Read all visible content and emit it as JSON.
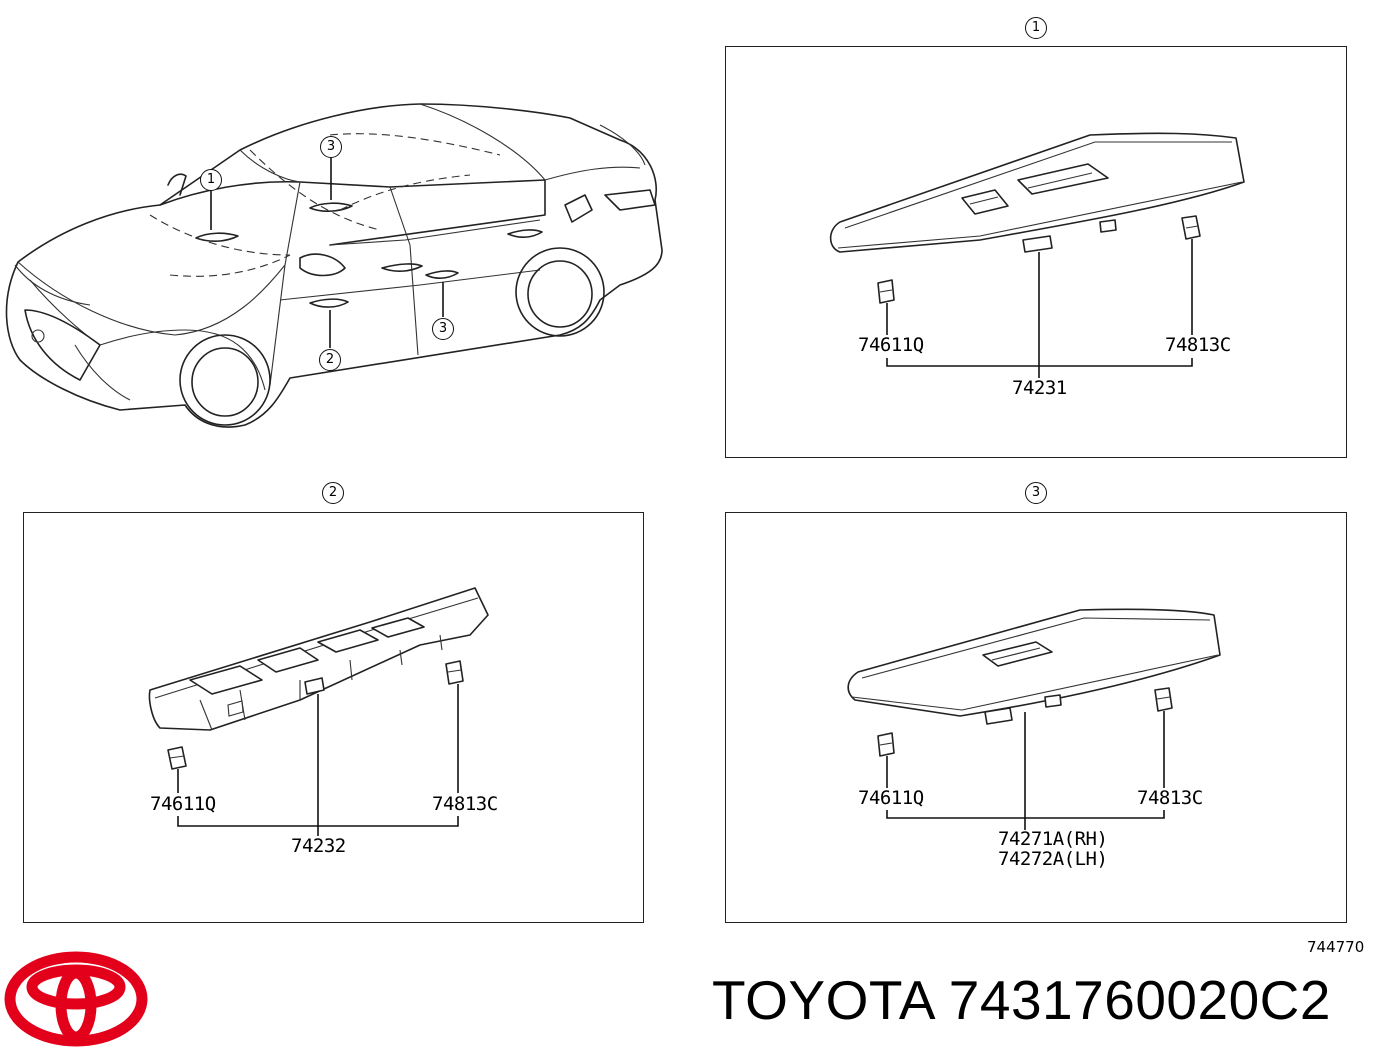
{
  "callouts": {
    "one": "1",
    "two": "2",
    "three": "3"
  },
  "panel_1": {
    "clip_left": "74611Q",
    "clip_right": "74813C",
    "assembly": "74231"
  },
  "panel_2": {
    "clip_left": "74611Q",
    "clip_right": "74813C",
    "assembly": "74232"
  },
  "panel_3": {
    "clip_left": "74611Q",
    "clip_right": "74813C",
    "assembly_rh": "74271A(RH)",
    "assembly_lh": "74272A(LH)"
  },
  "illustration_number": "744770",
  "brand": {
    "name": "TOYOTA",
    "part_number": "7431760020C2",
    "logo_color": "#e3001b"
  }
}
